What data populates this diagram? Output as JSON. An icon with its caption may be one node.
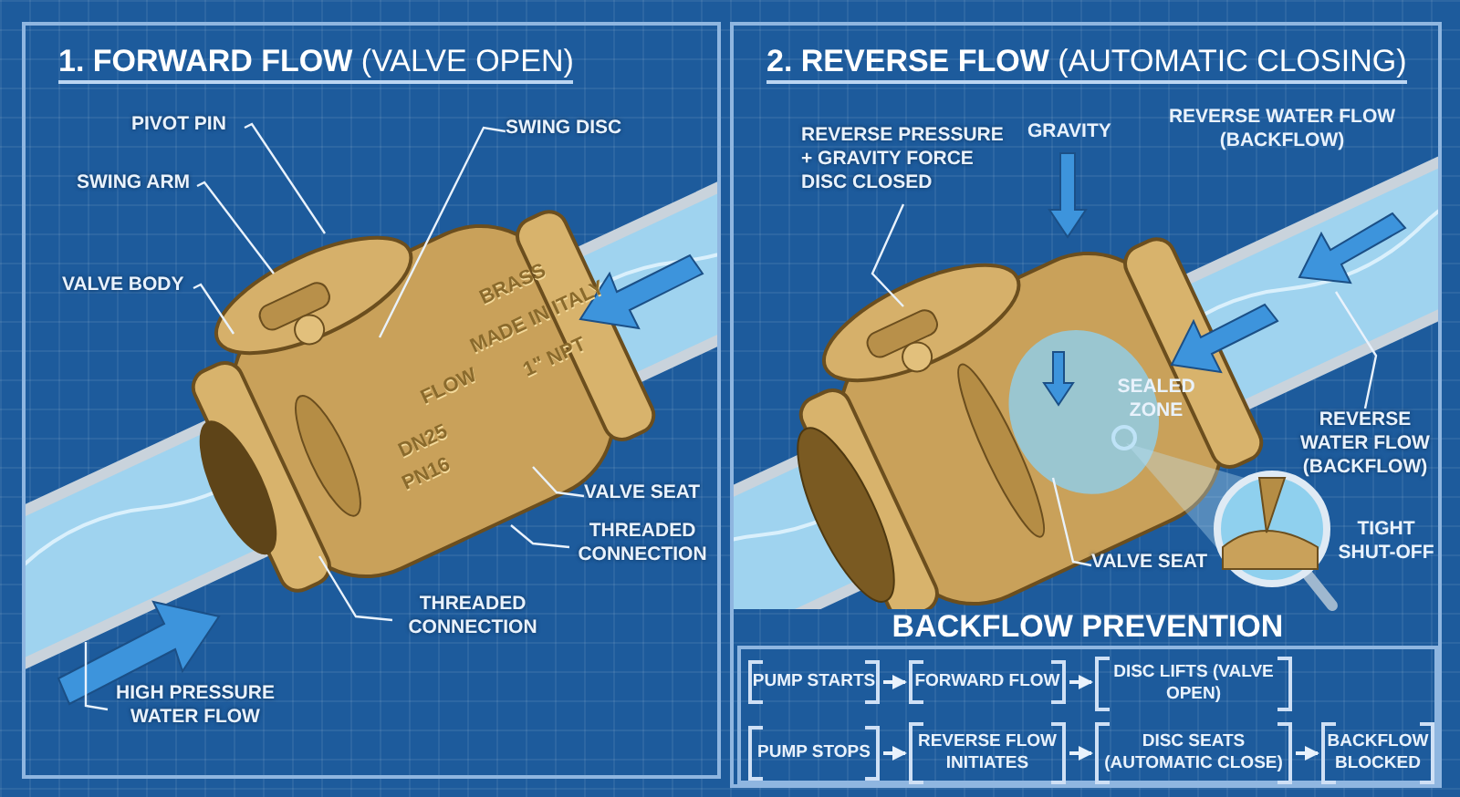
{
  "diagram": {
    "nodes": [
      {
        "text": [
          "**1. FORWARD FLOW** (VALVE OPEN)"
        ]
      },
      {
        "text": [
          "PIVOT PIN"
        ],
        "in": 0
      },
      {
        "text": [
          "SWING ARM"
        ],
        "in": 0
      },
      {
        "text": [
          "VALVE BODY"
        ],
        "in": 0
      },
      {
        "text": [
          "SWING DISC"
        ],
        "in": 0
      },
      {
        "text": [
          "VALVE SEAT"
        ],
        "in": 0
      },
      {
        "text": [
          "THREADED CONNECTION"
        ],
        "in": 0
      },
      {
        "text": [
          "THREADED CONNECTION"
        ],
        "in": 0
      },
      {
        "text": [
          "HIGH PRESSURE WATER FLOW"
        ],
        "in": 0
      },
      {
        "text": [
          "**2. REVERSE FLOW** (AUTOMATIC CLOSING)"
        ]
      },
      {
        "text": [
          "REVERSE PRESSURE + GRAVITY FORCE DISC CLOSED"
        ],
        "in": 9
      },
      {
        "text": [
          "REVERSE WATER FLOW (BACKFLOW)"
        ],
        "in": 9
      },
      {
        "text": [
          "VALVE SEAT"
        ],
        "in": 9
      },
      {
        "text": [
          "BACKFLOW PREVENTION"
        ],
        "in": 9
      },
      {
        "text": [
          "PUMP STARTS"
        ],
        "in": 13
      },
      {
        "text": [
          "FORWARD FLOW"
        ],
        "in": 13
      },
      {
        "text": [
          "DISC LIFTS (VALVE OPEN)"
        ],
        "in": 13
      },
      {
        "text": [
          "PUMP STOPS"
        ],
        "in": 13
      },
      {
        "text": [
          "REVERSE FLOW INITIATES"
        ],
        "in": 13
      },
      {
        "text": [
          "DISC SEATS (AUTOMATIC CLOSE)"
        ],
        "in": 13
      },
      {
        "text": [
          "BACKFLOW BLOCKED"
        ],
        "in": 13
      }
    ],
    "edges": [
      {
        "from": 1,
        "to": null,
        "arrow": "none"
      },
      {
        "from": 2,
        "to": null,
        "arrow": "none"
      },
      {
        "from": 3,
        "to": null,
        "arrow": "none"
      },
      {
        "from": 4,
        "to": null,
        "arrow": "none"
      },
      {
        "from": 5,
        "to": null,
        "arrow": "none"
      },
      {
        "from": 6,
        "to": null,
        "arrow": "none"
      },
      {
        "from": 7,
        "to": null,
        "arrow": "none"
      },
      {
        "from": 8,
        "to": null,
        "arrow": "none"
      },
      {
        "from": 10,
        "to": null,
        "arrow": "none"
      },
      {
        "from": 11,
        "to": null,
        "arrow": "none"
      },
      {
        "from": 12,
        "to": null,
        "arrow": "none"
      },
      {
        "from": 14,
        "to": 15,
        "arrow": "to"
      },
      {
        "from": 15,
        "to": 16,
        "arrow": "to"
      },
      {
        "from": 17,
        "to": 18,
        "arrow": "to"
      },
      {
        "from": 18,
        "to": 19,
        "arrow": "to"
      },
      {
        "from": 19,
        "to": 20,
        "arrow": "to"
      }
    ],
    "labels": [
      "BRASS",
      "MADE IN ITALY",
      "1\" NPT",
      "FLOW",
      "DN25",
      "PN16",
      "GRAVITY",
      "REVERSE WATER FLOW (BACKFLOW)",
      "SEALED ZONE",
      "TIGHT SHUT-OFF"
    ]
  }
}
